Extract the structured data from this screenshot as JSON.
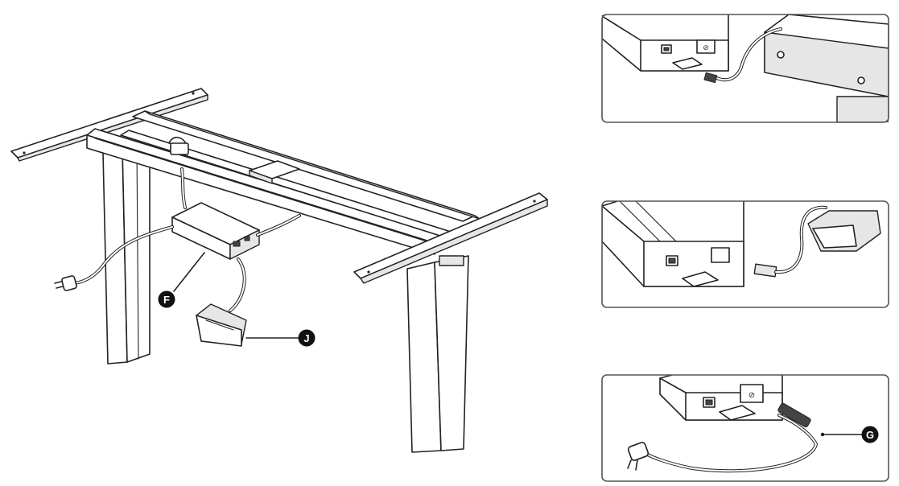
{
  "callouts": {
    "f": "F",
    "j": "J",
    "g": "G"
  },
  "colors": {
    "line": "#222222",
    "panel_border": "#555555",
    "callout_fill": "#111111"
  },
  "icons": [
    "desk-frame",
    "control-box",
    "hand-controller",
    "power-cord",
    "power-plug"
  ]
}
